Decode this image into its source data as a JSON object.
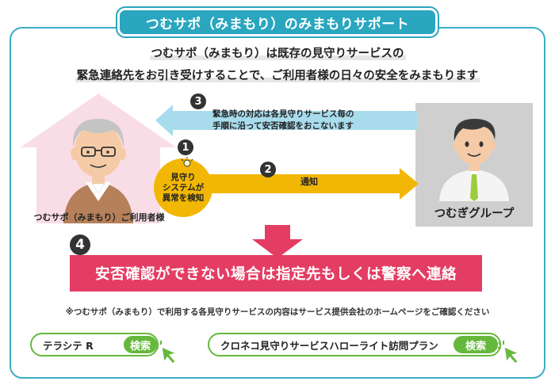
{
  "title": "つむサポ（みまもり）のみまもりサポート",
  "intro": {
    "line1": "つむサポ（みまもり）は既存の見守りサービスの",
    "line2": "緊急連絡先をお引き受けすることで、ご利用者様の日々の安全をみまもります"
  },
  "user_label": "つむサポ（みまもり）ご利用者様",
  "group_label": "つむぎグループ",
  "steps": {
    "step1": {
      "num": "1",
      "text": "見守り\nシステムが\n異常を検知"
    },
    "step2": {
      "num": "2",
      "text": "通知"
    },
    "step3": {
      "num": "3",
      "text_line1": "緊急時の対応は各見守りサービス毎の",
      "text_line2": "手順に沿って安否確認をおこないます"
    },
    "step4": {
      "num": "4",
      "text": "安否確認ができない場合は指定先もしくは警察へ連絡"
    }
  },
  "note": "※つむサポ（みまもり）で利用する各見守りサービスの内容はサービス提供会社のホームページをご確認ください",
  "search_boxes": [
    {
      "label": "テラシテ R",
      "button": "検索"
    },
    {
      "label": "クロネコ見守りサービスハローライト訪問プラン",
      "button": "検索"
    }
  ],
  "colors": {
    "teal": "#2aa6bf",
    "pink_house": "#f9dde6",
    "yellow": "#f2b705",
    "light_blue_arrow": "#a8dced",
    "alert_red": "#e43d63",
    "search_green": "#66b83c"
  }
}
